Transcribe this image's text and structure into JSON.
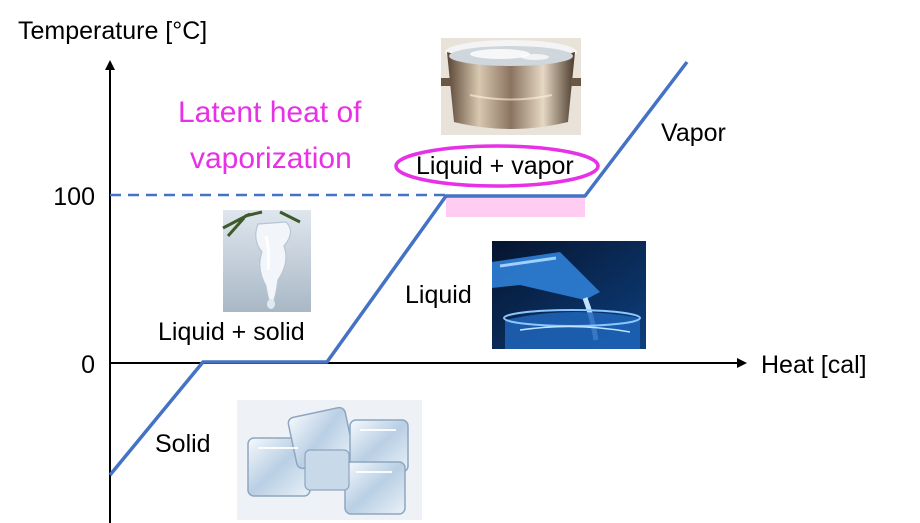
{
  "axes": {
    "y_label": "Temperature [°C]",
    "x_label": "Heat [cal]",
    "ticks": [
      {
        "label": "100",
        "value": 100
      },
      {
        "label": "0",
        "value": 0
      }
    ]
  },
  "phases": {
    "solid": "Solid",
    "liquid_solid": "Liquid + solid",
    "liquid": "Liquid",
    "liquid_vapor": "Liquid + vapor",
    "vapor": "Vapor"
  },
  "annotation": {
    "line1": "Latent heat of",
    "line2": "vaporization"
  },
  "colors": {
    "curve": "#4472c4",
    "annotation": "#e631e6",
    "highlight": "#ffccf2"
  },
  "images": {
    "pot": "boiling-pot",
    "icicle": "icicle",
    "water_bottle": "water-pouring",
    "ice_cubes": "ice-cubes"
  }
}
